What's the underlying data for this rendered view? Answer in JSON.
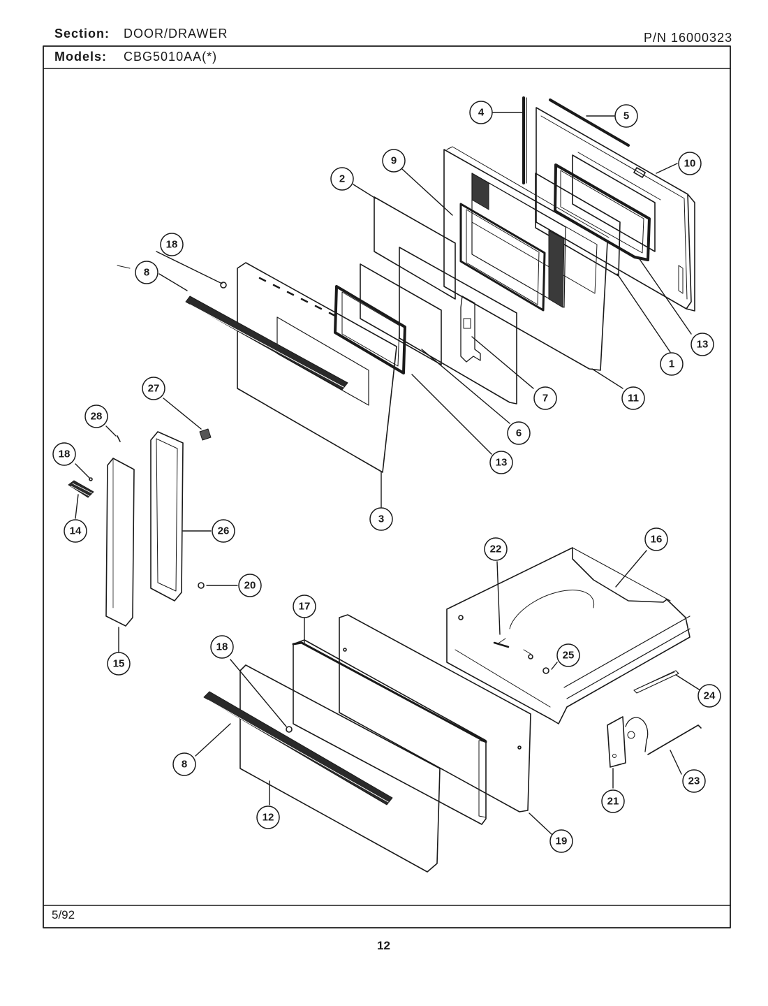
{
  "header": {
    "section_label": "Section:",
    "section_value": "DOOR/DRAWER",
    "models_label": "Models:",
    "models_value": "CBG5010AA(*)",
    "part_number": "P/N  16000323"
  },
  "footer": {
    "date": "5/92",
    "page_number": "12"
  },
  "callouts": [
    "1",
    "2",
    "3",
    "4",
    "5",
    "6",
    "7",
    "8",
    "9",
    "10",
    "11",
    "12",
    "13",
    "14",
    "15",
    "16",
    "17",
    "18",
    "19",
    "20",
    "21",
    "22",
    "23",
    "24",
    "25",
    "26",
    "27",
    "28"
  ]
}
